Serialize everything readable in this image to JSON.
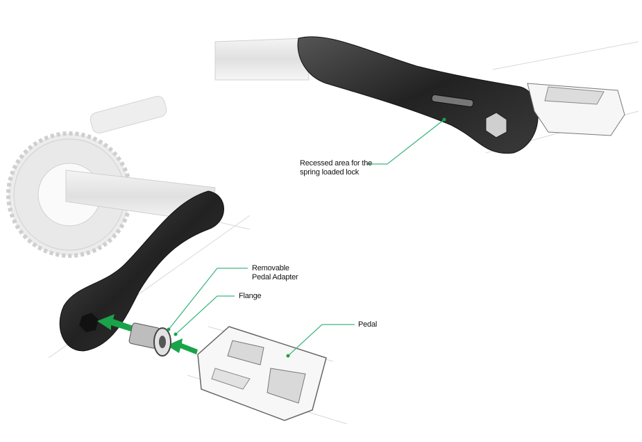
{
  "labels": {
    "recessed_line1": "Recessed area for the",
    "recessed_line2": "spring loaded lock",
    "adapter_line1": "Removable",
    "adapter_line2": "Pedal Adapter",
    "flange": "Flange",
    "pedal": "Pedal"
  },
  "colors": {
    "leader": "#3fb882",
    "arrow": "#1aa34a",
    "crank": "#2b2b2b"
  }
}
